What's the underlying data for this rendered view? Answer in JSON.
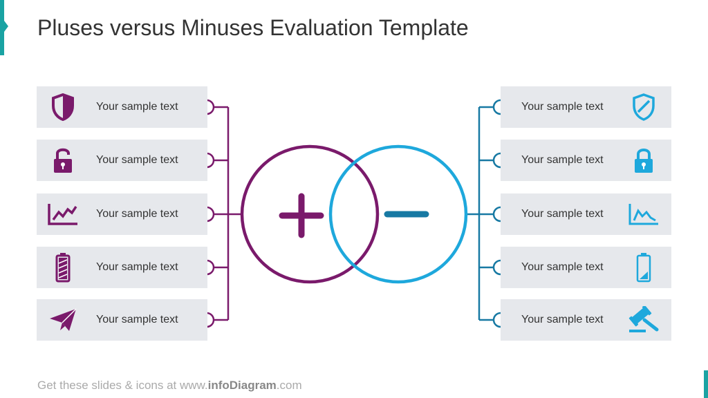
{
  "title": "Pluses versus Minuses Evaluation Template",
  "colors": {
    "plus": "#7a1a6b",
    "minus": "#1ea8dc",
    "minus_dark": "#1779a3",
    "row_bg": "#e6e8ec"
  },
  "pluses": [
    {
      "label": "Your sample text",
      "icon": "shield-icon"
    },
    {
      "label": "Your sample text",
      "icon": "padlock-icon"
    },
    {
      "label": "Your sample text",
      "icon": "trend-chart-icon"
    },
    {
      "label": "Your sample text",
      "icon": "full-battery-icon"
    },
    {
      "label": "Your sample text",
      "icon": "paper-plane-icon"
    }
  ],
  "minuses": [
    {
      "label": "Your sample text",
      "icon": "broken-shield-icon"
    },
    {
      "label": "Your sample text",
      "icon": "locked-padlock-icon"
    },
    {
      "label": "Your sample text",
      "icon": "decline-chart-icon"
    },
    {
      "label": "Your sample text",
      "icon": "low-battery-icon"
    },
    {
      "label": "Your sample text",
      "icon": "gavel-icon"
    }
  ],
  "footer": {
    "prefix": "Get these slides & icons at www.",
    "brand": "infoDiagram",
    "suffix": ".com"
  }
}
